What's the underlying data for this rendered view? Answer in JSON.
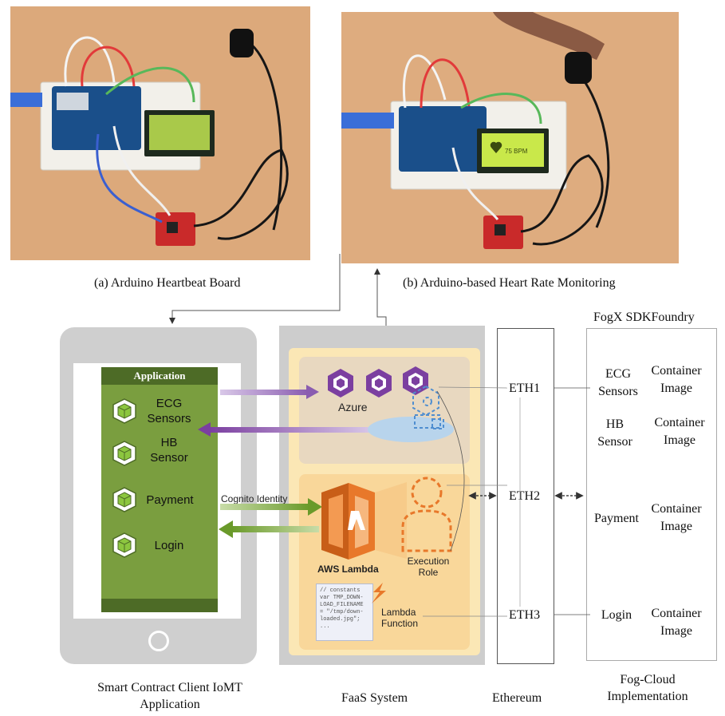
{
  "photos": {
    "a_caption": "(a) Arduino Heartbeat Board",
    "b_caption": "(b) Arduino-based Heart Rate Monitoring",
    "lcd_reading": "75 BPM"
  },
  "phone": {
    "app_title": "Application",
    "items": [
      "ECG Sensors",
      "HB Sensor",
      "Payment",
      "Login"
    ],
    "cognito_label": "Cognito Identity"
  },
  "faas": {
    "azure_label": "Azure",
    "aws_lambda_label": "AWS Lambda",
    "execution_role_label": "Execution Role",
    "lambda_function_label": "Lambda Function",
    "code_snippet": "// constants var TMP_DOWN- LOAD_FILENAME = \"/tmp/down- loaded.jpg\"; ..."
  },
  "ethereum": {
    "nodes": [
      "ETH1",
      "ETH2",
      "ETH3"
    ]
  },
  "fog": {
    "title": "FogX SDKFoundry",
    "rows": [
      {
        "left": "ECG Sensors",
        "right": "Container Image"
      },
      {
        "left": "HB Sensor",
        "right": "Container Image"
      },
      {
        "left": "Payment",
        "right": "Container Image"
      },
      {
        "left": "Login",
        "right": "Container Image"
      }
    ]
  },
  "bottom_labels": {
    "client": "Smart Contract Client IoMT Application",
    "faas": "FaaS System",
    "ethereum": "Ethereum",
    "fog": "Fog-Cloud Implementation"
  },
  "colors": {
    "phone_gray": "#cfcfcf",
    "app_green": "#7a9e3f",
    "app_header": "#4d6b26",
    "azure_purple": "#7b3fa0",
    "aws_orange": "#e8782a",
    "lcd_green": "#c9e84a"
  }
}
